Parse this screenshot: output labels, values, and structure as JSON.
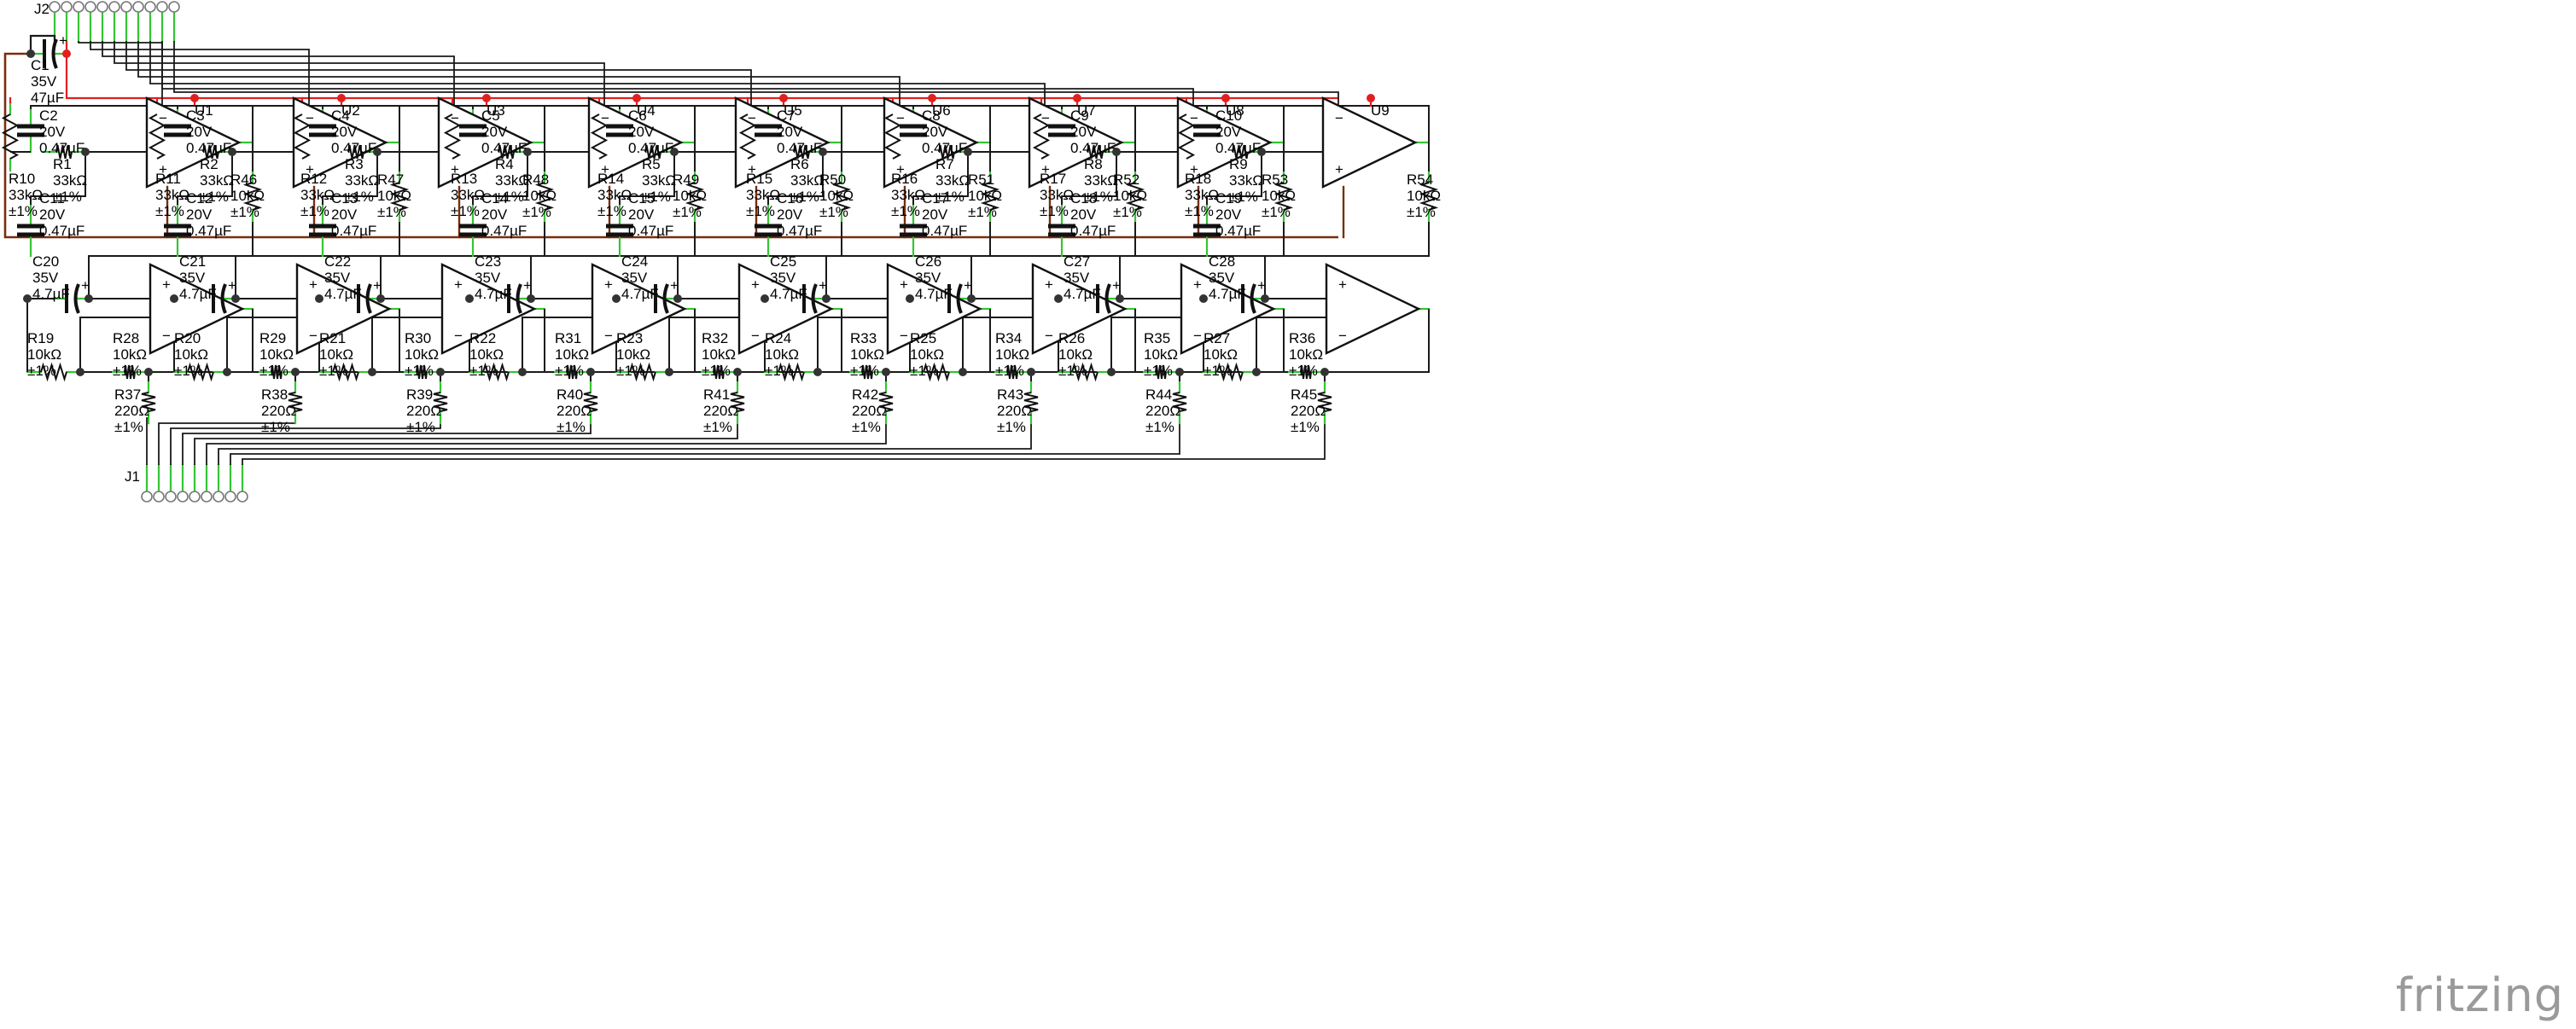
{
  "connectors": {
    "j2": {
      "ref": "J2",
      "pins": 11
    },
    "j1": {
      "ref": "J1",
      "pins": 9
    }
  },
  "bulk_cap": {
    "ref": "C1",
    "voltage": "35V",
    "value": "47µF",
    "polarity_mark": "+"
  },
  "opamp_marks": {
    "minus": "−",
    "plus": "+"
  },
  "stages": [
    {
      "u": "U1",
      "r_in": "R10",
      "r_fb": "R1",
      "c_fb": "C2",
      "r_out": "R46",
      "c_rail": "C11",
      "c_cpl": "C20",
      "r_a": "R19",
      "r_b": "R28",
      "r_load": "R37"
    },
    {
      "u": "U2",
      "r_in": "R11",
      "r_fb": "R2",
      "c_fb": "C3",
      "r_out": "R47",
      "c_rail": "C12",
      "c_cpl": "C21",
      "r_a": "R20",
      "r_b": "R29",
      "r_load": "R38"
    },
    {
      "u": "U3",
      "r_in": "R12",
      "r_fb": "R3",
      "c_fb": "C4",
      "r_out": "R48",
      "c_rail": "C13",
      "c_cpl": "C22",
      "r_a": "R21",
      "r_b": "R30",
      "r_load": "R39"
    },
    {
      "u": "U4",
      "r_in": "R13",
      "r_fb": "R4",
      "c_fb": "C5",
      "r_out": "R49",
      "c_rail": "C14",
      "c_cpl": "C23",
      "r_a": "R22",
      "r_b": "R31",
      "r_load": "R40"
    },
    {
      "u": "U5",
      "r_in": "R14",
      "r_fb": "R5",
      "c_fb": "C6",
      "r_out": "R50",
      "c_rail": "C15",
      "c_cpl": "C24",
      "r_a": "R23",
      "r_b": "R32",
      "r_load": "R41"
    },
    {
      "u": "U6",
      "r_in": "R15",
      "r_fb": "R6",
      "c_fb": "C7",
      "r_out": "R51",
      "c_rail": "C16",
      "c_cpl": "C25",
      "r_a": "R24",
      "r_b": "R33",
      "r_load": "R42"
    },
    {
      "u": "U7",
      "r_in": "R16",
      "r_fb": "R7",
      "c_fb": "C8",
      "r_out": "R52",
      "c_rail": "C17",
      "c_cpl": "C26",
      "r_a": "R25",
      "r_b": "R34",
      "r_load": "R43"
    },
    {
      "u": "U8",
      "r_in": "R17",
      "r_fb": "R8",
      "c_fb": "C9",
      "r_out": "R53",
      "c_rail": "C18",
      "c_cpl": "C27",
      "r_a": "R26",
      "r_b": "R35",
      "r_load": "R44"
    },
    {
      "u": "U9",
      "r_in": "R18",
      "r_fb": "R9",
      "c_fb": "C10",
      "r_out": "R54",
      "c_rail": "C19",
      "c_cpl": "C28",
      "r_a": "R27",
      "r_b": "R36",
      "r_load": "R45"
    }
  ],
  "values": {
    "r_33k": "33kΩ",
    "r_10k": "10kΩ",
    "r_220": "220Ω",
    "tolerance": "±1%",
    "c_fb_voltage": "20V",
    "c_fb_value": "0.47µF",
    "c_rail_voltage": "20V",
    "c_rail_value": "0.47µF",
    "c_cpl_voltage": "35V",
    "c_cpl_value": "4.7µF"
  },
  "colors": {
    "wire": "#1a1a1a",
    "power_rail": "#e02020",
    "ground_rail": "#7a2e0e",
    "pin": "#35c435",
    "node": "#333333",
    "power_node": "#e02020"
  },
  "brand": "fritzing"
}
